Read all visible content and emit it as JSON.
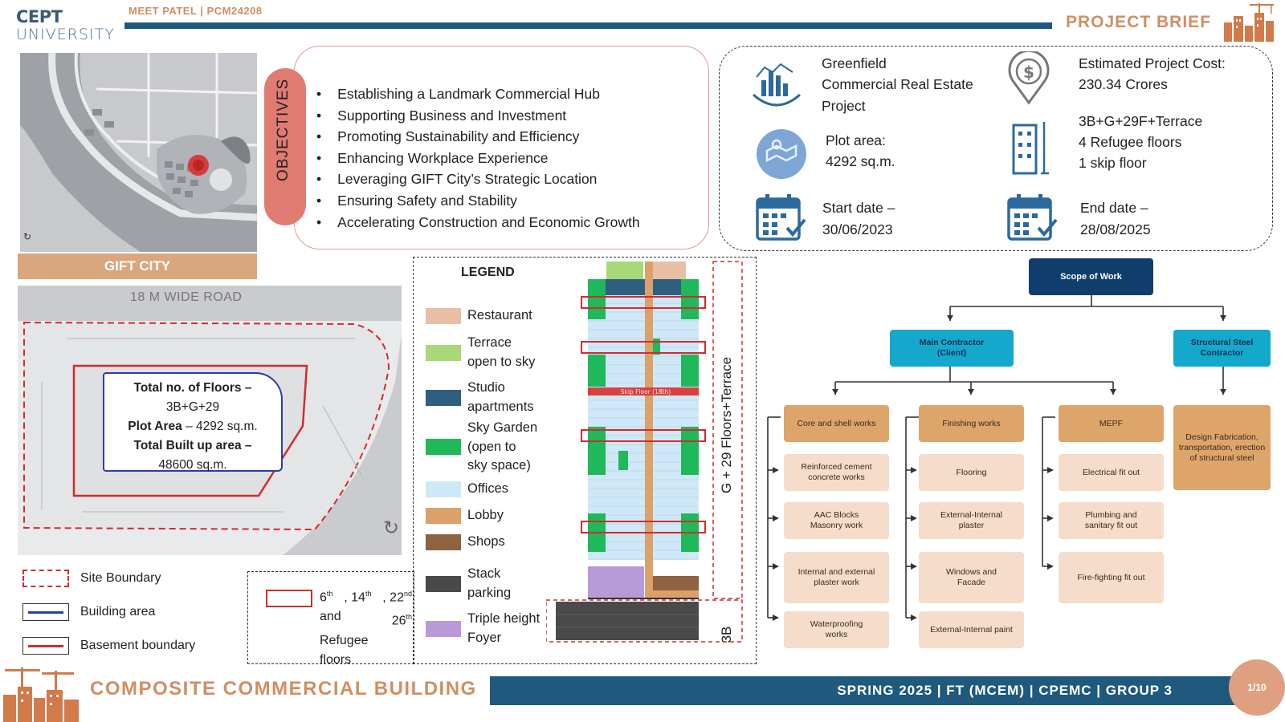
{
  "header": {
    "logo_line1": "CEPT",
    "logo_line2": "UNIVERSITY",
    "author": "MEET PATEL | PCM24208",
    "title": "PROJECT BRIEF"
  },
  "location": {
    "label": "GIFT CITY"
  },
  "objectives": {
    "heading": "OBJECTIVES",
    "items": [
      "Establishing a Landmark Commercial Hub",
      "Supporting Business and Investment",
      "Promoting Sustainability and Efficiency",
      "Enhancing Workplace Experience",
      "Leveraging GIFT City’s Strategic Location",
      "Ensuring Safety and Stability",
      "Accelerating Construction and Economic Growth"
    ]
  },
  "project_info": {
    "type_line1": "Greenfield",
    "type_line2": "Commercial Real Estate",
    "type_line3": "Project",
    "cost_line1": "Estimated Project Cost:",
    "cost_line2": "230.34 Crores",
    "plot_line1": "Plot area:",
    "plot_line2": "4292 sq.m.",
    "floors_line1": "3B+G+29F+Terrace",
    "floors_line2": "4 Refugee floors",
    "floors_line3": "1 skip floor",
    "start_line1": "Start date –",
    "start_line2": "30/06/2023",
    "end_line1": "End date –",
    "end_line2": "28/08/2025"
  },
  "site_plan": {
    "road": "18 M WIDE ROAD",
    "floors_label": "Total no. of Floors –",
    "floors_value": "3B+G+29",
    "plot_label": "Plot Area",
    "plot_value": "– 4292 sq.m.",
    "builtup_label": "Total Built up area –",
    "builtup_value": "48600 sq.m."
  },
  "site_legend": [
    {
      "label": "Site Boundary"
    },
    {
      "label": "Building area"
    },
    {
      "label": "Basement boundary"
    }
  ],
  "refugee_legend": {
    "line1_a": "6",
    "sup1": "th",
    "line1_b": ", 14",
    "sup2": "th",
    "line1_c": ", 22",
    "sup3": "nd",
    "line2_a": "and",
    "line2_b": "26",
    "sup4": "th",
    "line3": "Refugee",
    "line4": "floors"
  },
  "elevation_legend": {
    "title": "LEGEND",
    "items": [
      {
        "label_1": "Restaurant",
        "label_2": "",
        "label_3": "",
        "color": "#e8bfa3"
      },
      {
        "label_1": "Terrace",
        "label_2": "open to sky",
        "label_3": "",
        "color": "#a8d878"
      },
      {
        "label_1": "Studio",
        "label_2": "apartments",
        "label_3": "",
        "color": "#2e5f80"
      },
      {
        "label_1": "Sky Garden",
        "label_2": "(open to",
        "label_3": "sky space)",
        "color": "#1fb85a"
      },
      {
        "label_1": "Offices",
        "label_2": "",
        "label_3": "",
        "color": "#cfe8f8"
      },
      {
        "label_1": "Lobby",
        "label_2": "",
        "label_3": "",
        "color": "#dca06a"
      },
      {
        "label_1": "Shops",
        "label_2": "",
        "label_3": "",
        "color": "#8f6240"
      },
      {
        "label_1": "Stack",
        "label_2": "parking",
        "label_3": "",
        "color": "#4a4a4a"
      },
      {
        "label_1": "Triple height",
        "label_2": "Foyer",
        "label_3": "",
        "color": "#b89ad8"
      }
    ]
  },
  "elevation": {
    "skip_floor": "Skip Floor (18th)",
    "tower_label": "G + 29 Floors+Terrace",
    "basement_label": "3B"
  },
  "scope": {
    "root": "Scope of Work",
    "main_contractor": "Main Contractor (Client)",
    "steel_contractor": "Structural Steel Contractor",
    "core": "Core and shell works",
    "finishing": "Finishing works",
    "mepf": "MEPF",
    "steel_work": "Design Fabrication, transportation, erection of structural steel",
    "core_items": [
      "Reinforced cement concrete works",
      "AAC Blocks Masonry work",
      "Internal and external plaster work",
      "Waterproofing works"
    ],
    "finishing_items": [
      "Flooring",
      "External-Internal plaster",
      "Windows and Facade",
      "External-Internal paint"
    ],
    "mepf_items": [
      "Electrical fit out",
      "Plumbing and sanitary fit out",
      "Fire-fighting fit out"
    ]
  },
  "footer": {
    "title": "COMPOSITE COMMERCIAL BUILDING",
    "info": "SPRING 2025 | FT (MCEM) | CPEMC | GROUP 3",
    "page": "1/10"
  }
}
